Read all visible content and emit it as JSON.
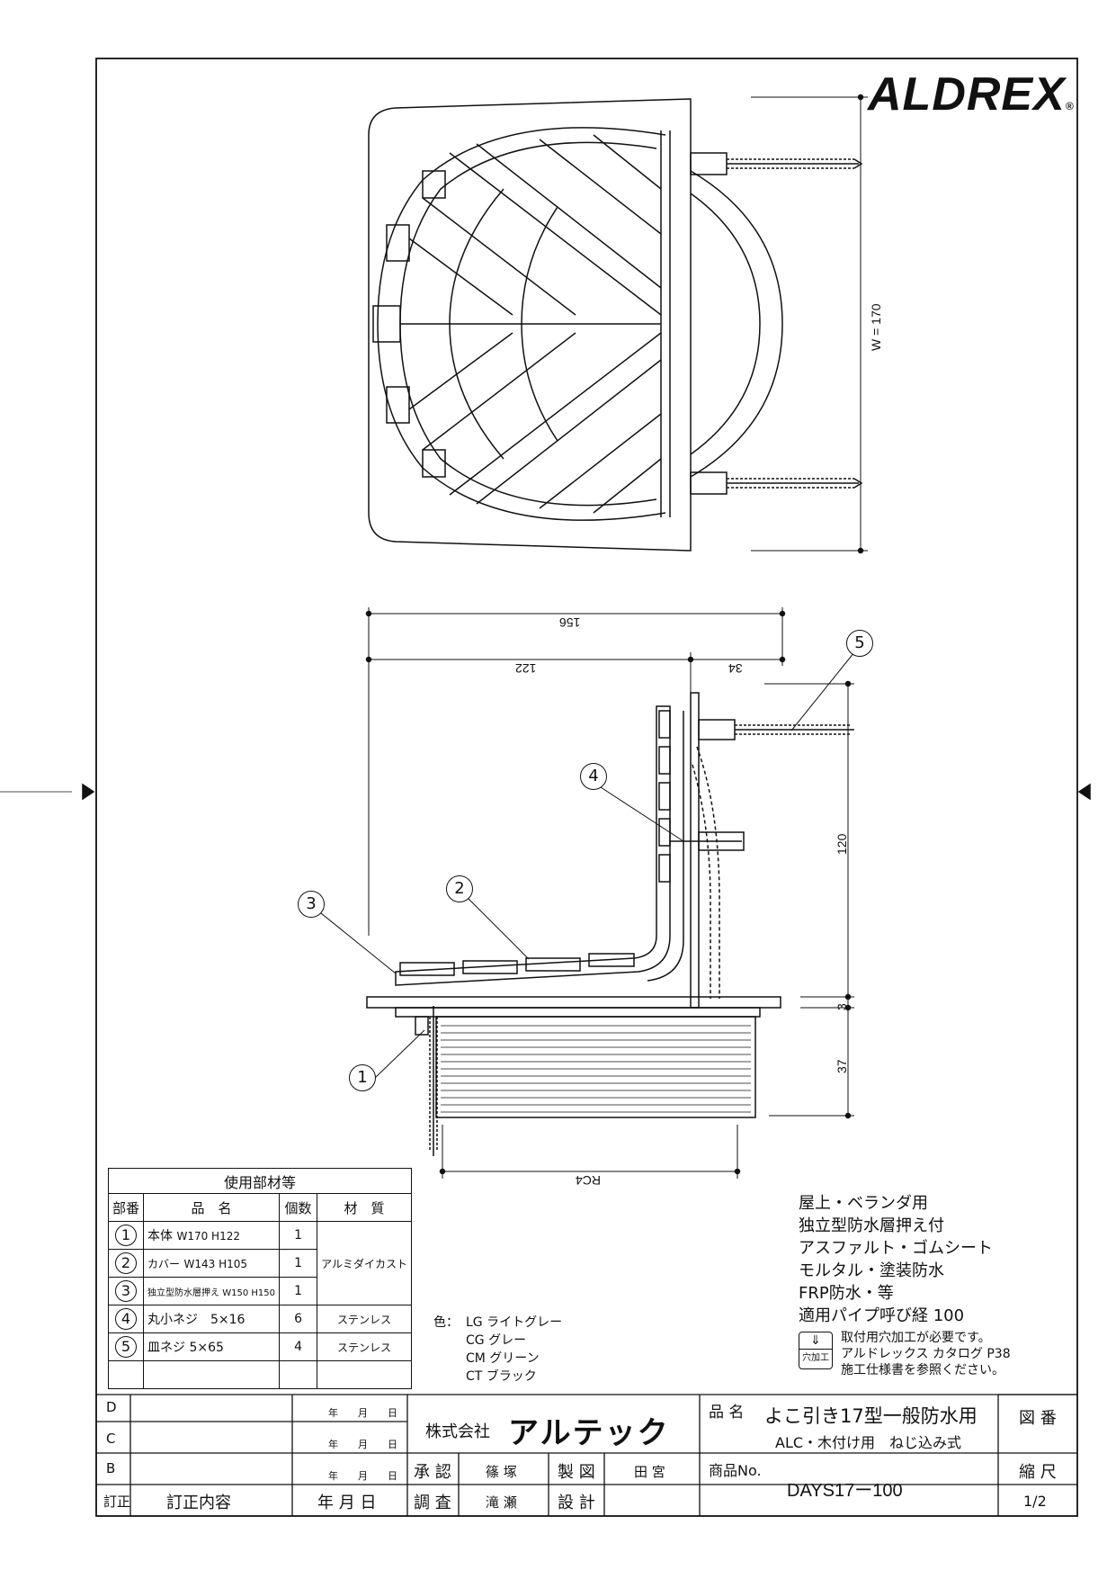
{
  "brand": {
    "logo": "ALDREX",
    "reg": "®"
  },
  "dimensions": {
    "w170": "W = 170",
    "d156": "156",
    "d122": "122",
    "d34": "34",
    "d120": "120",
    "d3": "3",
    "d37": "37",
    "rc4": "RC4"
  },
  "callouts": [
    "1",
    "2",
    "3",
    "4",
    "5"
  ],
  "parts_table": {
    "title": "使用部材等",
    "headers": [
      "部番",
      "品　名",
      "個数",
      "材　質"
    ],
    "rows": [
      {
        "no": "1",
        "name": "本体",
        "spec": "W170 H122",
        "qty": "1",
        "material": "アルミダイカスト"
      },
      {
        "no": "2",
        "name": "カバー",
        "spec": "W143 H105",
        "qty": "1",
        "material": ""
      },
      {
        "no": "3",
        "name": "独立型防水層押え",
        "spec": "W150 H150",
        "qty": "1",
        "material": ""
      },
      {
        "no": "4",
        "name": "丸小ネジ",
        "spec": "5×16",
        "qty": "6",
        "material": "ステンレス"
      },
      {
        "no": "5",
        "name": "皿ネジ",
        "spec": "5×65",
        "qty": "4",
        "material": "ステンレス"
      }
    ]
  },
  "colors": {
    "label": "色：",
    "items": [
      "LG ライトグレー",
      "CG グレー",
      "CM グリーン",
      "CT ブラック"
    ]
  },
  "notes": [
    "屋上・ベランダ用",
    "独立型防水層押え付",
    "アスファルト・ゴムシート",
    "モルタル・塗装防水",
    "FRP防水・等",
    "適用パイプ呼び経 100"
  ],
  "drill_note": {
    "icon_label": "穴加工",
    "lines": [
      "取付用穴加工が必要です。",
      "アルドレックス カタログ P38",
      "施工仕様書を参照ください。"
    ]
  },
  "title_block": {
    "rev_rows": [
      "D",
      "C",
      "B"
    ],
    "date_mark": "年　　月　　日",
    "rev_label": "訂正",
    "rev_content": "訂正内容",
    "rev_date": "年 月 日",
    "company_prefix": "株式会社",
    "company": "アルテック",
    "approve": "承 認",
    "approver": "篠 塚",
    "check": "調 査",
    "checker": "滝 瀬",
    "draw": "製 図",
    "drawer": "田 宮",
    "design": "設 計",
    "product_label": "品 名",
    "product_name": "よこ引き17型一般防水用",
    "product_sub": "ALC・木付け用　ねじ込み式",
    "product_no_label": "商品No.",
    "product_no": "DAYS17ー100",
    "drawing_no_label": "図 番",
    "scale_label": "縮 尺",
    "scale": "1/2"
  }
}
